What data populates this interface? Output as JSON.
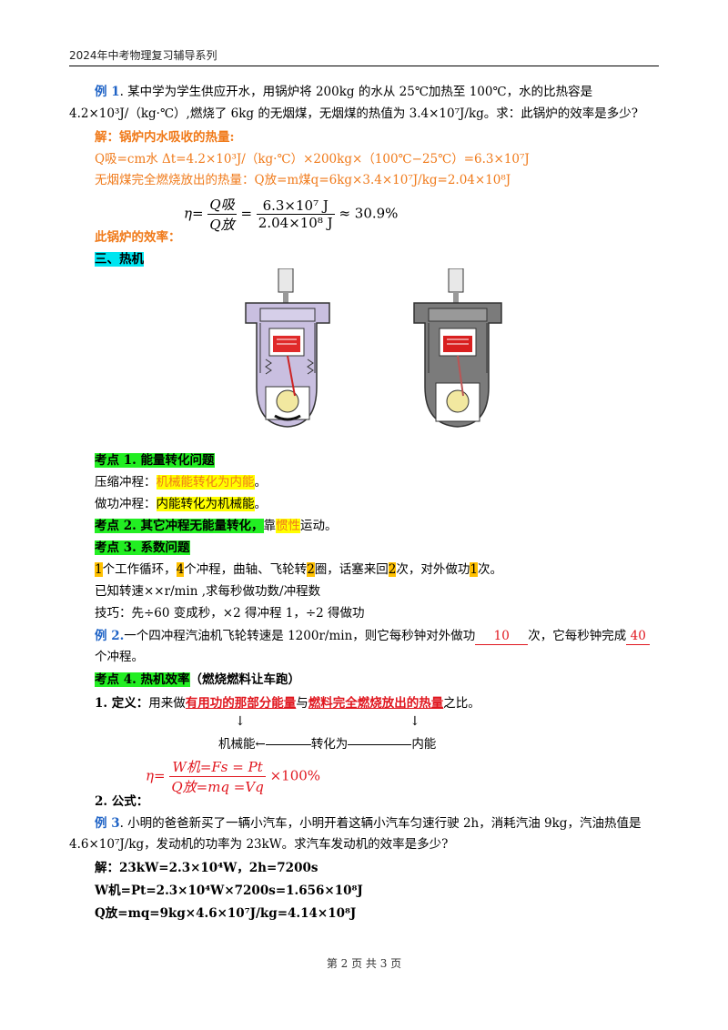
{
  "header": "2024年中考物理复习辅导系列",
  "ex1": {
    "label": "例 1",
    "line1": ". 某中学为学生供应开水，用锅炉将 200kg 的水从 25℃加热至 100℃，水的比热容是",
    "line2": "4.2×10³J/（kg·℃）,燃烧了 6kg 的无烟煤，无烟煤的热值为 3.4×10⁷J/kg。求：此锅炉的效率是多少?",
    "sol_label": "解：锅炉内水吸收的热量:",
    "q_absorb": "Q吸=cm水 Δt=4.2×10³J/（kg·℃）×200kg×（100℃−25℃）=6.3×10⁷J",
    "q_release": "无烟煤完全燃烧放出的热量：Q放=m煤q=6kg×3.4×10⁷J/kg=2.04×10⁸J",
    "eff_label": "此锅炉的效率：",
    "eff_eta": "η=",
    "eff_num": "Q吸",
    "eff_den": "Q放",
    "eff_eq": "=",
    "eff_num2": "6.3×10⁷ J",
    "eff_den2": "2.04×10⁸ J",
    "eff_result": "≈ 30.9%"
  },
  "section3": "三、热机",
  "k1": {
    "title": "考点 1. 能量转化问题",
    "compress_label": "压缩冲程：",
    "compress_value": "机械能转化为内能",
    "compress_end": "。",
    "power_label": "做功冲程：",
    "power_value": "内能转化为机械能",
    "power_end": "。"
  },
  "k2": {
    "title": "考点 2. 其它冲程无能量转化，",
    "rest1": "靠",
    "inertia": "惯性",
    "rest2": "运动。"
  },
  "k3": {
    "title": "考点 3. 系数问题",
    "n1": "1",
    "t1": "个工作循环，",
    "n4": "4",
    "t2": "个冲程，曲轴、飞轮转",
    "n2a": "2",
    "t3": "圈，话塞来回",
    "n2b": "2",
    "t4": "次，对外做功",
    "n1b": "1",
    "t5": "次。",
    "line2": "已知转速××r/min ,求每秒做功数/冲程数",
    "line3": "技巧：先÷60 变成秒，×2 得冲程 1，÷2 得做功"
  },
  "ex2": {
    "label": "例 2.",
    "text1": "一个四冲程汽油机飞轮转速是 1200r/min，则它每秒钟对外做功",
    "ans1": "10",
    "text2": "次，它每秒钟完成",
    "ans2": "40",
    "text3": "个冲程。"
  },
  "k4": {
    "title": "考点 4. 热机效率",
    "subtitle": "（燃烧燃料让车跑）",
    "def_label": "1. 定义：",
    "def_t1": "用来做",
    "def_u1": "有用功的那部分能量",
    "def_t2": "与",
    "def_u2": "燃料完全燃烧放出的热量",
    "def_t3": "之比。",
    "diag_left": "机械能←",
    "diag_mid": "转化为",
    "diag_right": "内能",
    "formula_eta": "η=",
    "formula_num": "W机=Fs = Pt",
    "formula_den": "Q放=mq =Vq",
    "formula_tail": "×100%",
    "formula_label": "2. 公式："
  },
  "ex3": {
    "label": "例 3",
    "line1": ". 小明的爸爸新买了一辆小汽车，小明开着这辆小汽车匀速行驶 2h，消耗汽油 9kg，汽油热值是",
    "line2": "4.6×10⁷J/kg，发动机的功率为 23kW。求汽车发动机的效率是多少?",
    "s1": "解：23kW=2.3×10⁴W，2h=7200s",
    "s2": "W机=Pt=2.3×10⁴W×7200s=1.656×10⁸J",
    "s3": "Q放=mq=9kg×4.6×10⁷J/kg=4.14×10⁸J"
  },
  "footer": "第 2 页 共 3 页",
  "colors": {
    "accent_blue": "#1f63c6",
    "orange": "#f07a1a",
    "red": "#e0161e",
    "highlight_green": "#22ee22",
    "highlight_yellow": "#ffff00",
    "highlight_cyan": "#00e5f0"
  },
  "icons": [
    "engine-compression-stroke-image",
    "engine-power-stroke-image"
  ]
}
